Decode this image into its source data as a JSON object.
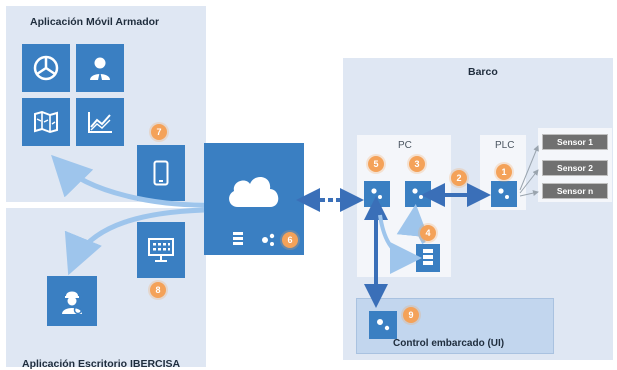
{
  "mobile_app": {
    "title": "Aplicación Móvil Armador"
  },
  "desktop_app": {
    "title": "Aplicación Escritorio IBERCISA"
  },
  "ship": {
    "title": "Barco",
    "pc_label": "PC",
    "plc_label": "PLC",
    "sensors": [
      "Sensor 1",
      "Sensor 2",
      "Sensor n"
    ],
    "ui_label": "Control embarcado (UI)"
  },
  "badges": {
    "b1": "1",
    "b2": "2",
    "b3": "3",
    "b4": "4",
    "b5": "5",
    "b6": "6",
    "b7": "7",
    "b8": "8",
    "b9": "9"
  },
  "icons": {
    "tiles": [
      "pie-chart-icon",
      "user-icon",
      "map-icon",
      "line-chart-icon"
    ],
    "mobile": "phone-icon",
    "keyboard": "keyboard-icon",
    "cloud": "cloud-icon",
    "database": "database-icon",
    "gears": "gears-icon",
    "operator": "operator-icon"
  },
  "colors": {
    "tile": "#3a7fc2",
    "panel": "#dfe7f3",
    "arrow": "#9ec5ec",
    "arrow_strong": "#3a6fb8",
    "badge": "#f4a259",
    "sensor": "#707070"
  }
}
